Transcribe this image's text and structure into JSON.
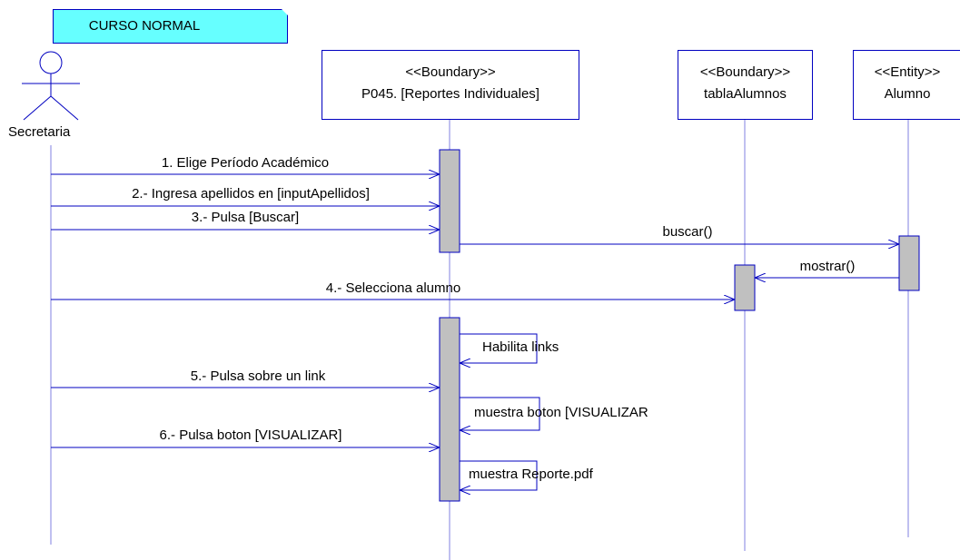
{
  "note": {
    "text": "CURSO NORMAL"
  },
  "actor": {
    "name": "Secretaria"
  },
  "lifelines": [
    {
      "stereotype": "<<Boundary>>",
      "name": "P045. [Reportes Individuales]"
    },
    {
      "stereotype": "<<Boundary>>",
      "name": "tablaAlumnos"
    },
    {
      "stereotype": "<<Entity>>",
      "name": "Alumno"
    }
  ],
  "messages": [
    {
      "label": "1. Elige Período Académico"
    },
    {
      "label": "2.- Ingresa apellidos en [inputApellidos]"
    },
    {
      "label": "3.- Pulsa [Buscar]"
    },
    {
      "label": "buscar()"
    },
    {
      "label": "mostrar()"
    },
    {
      "label": "4.- Selecciona alumno"
    },
    {
      "label": "Habilita links"
    },
    {
      "label": "5.- Pulsa sobre un link"
    },
    {
      "label": "muestra boton [VISUALIZAR"
    },
    {
      "label": "6.- Pulsa boton [VISUALIZAR]"
    },
    {
      "label": "muestra Reporte.pdf"
    }
  ],
  "colors": {
    "line": "#0000c0",
    "lifeline": "#8080e0",
    "activation": "#c0c0c0",
    "note": "#66ffff"
  }
}
